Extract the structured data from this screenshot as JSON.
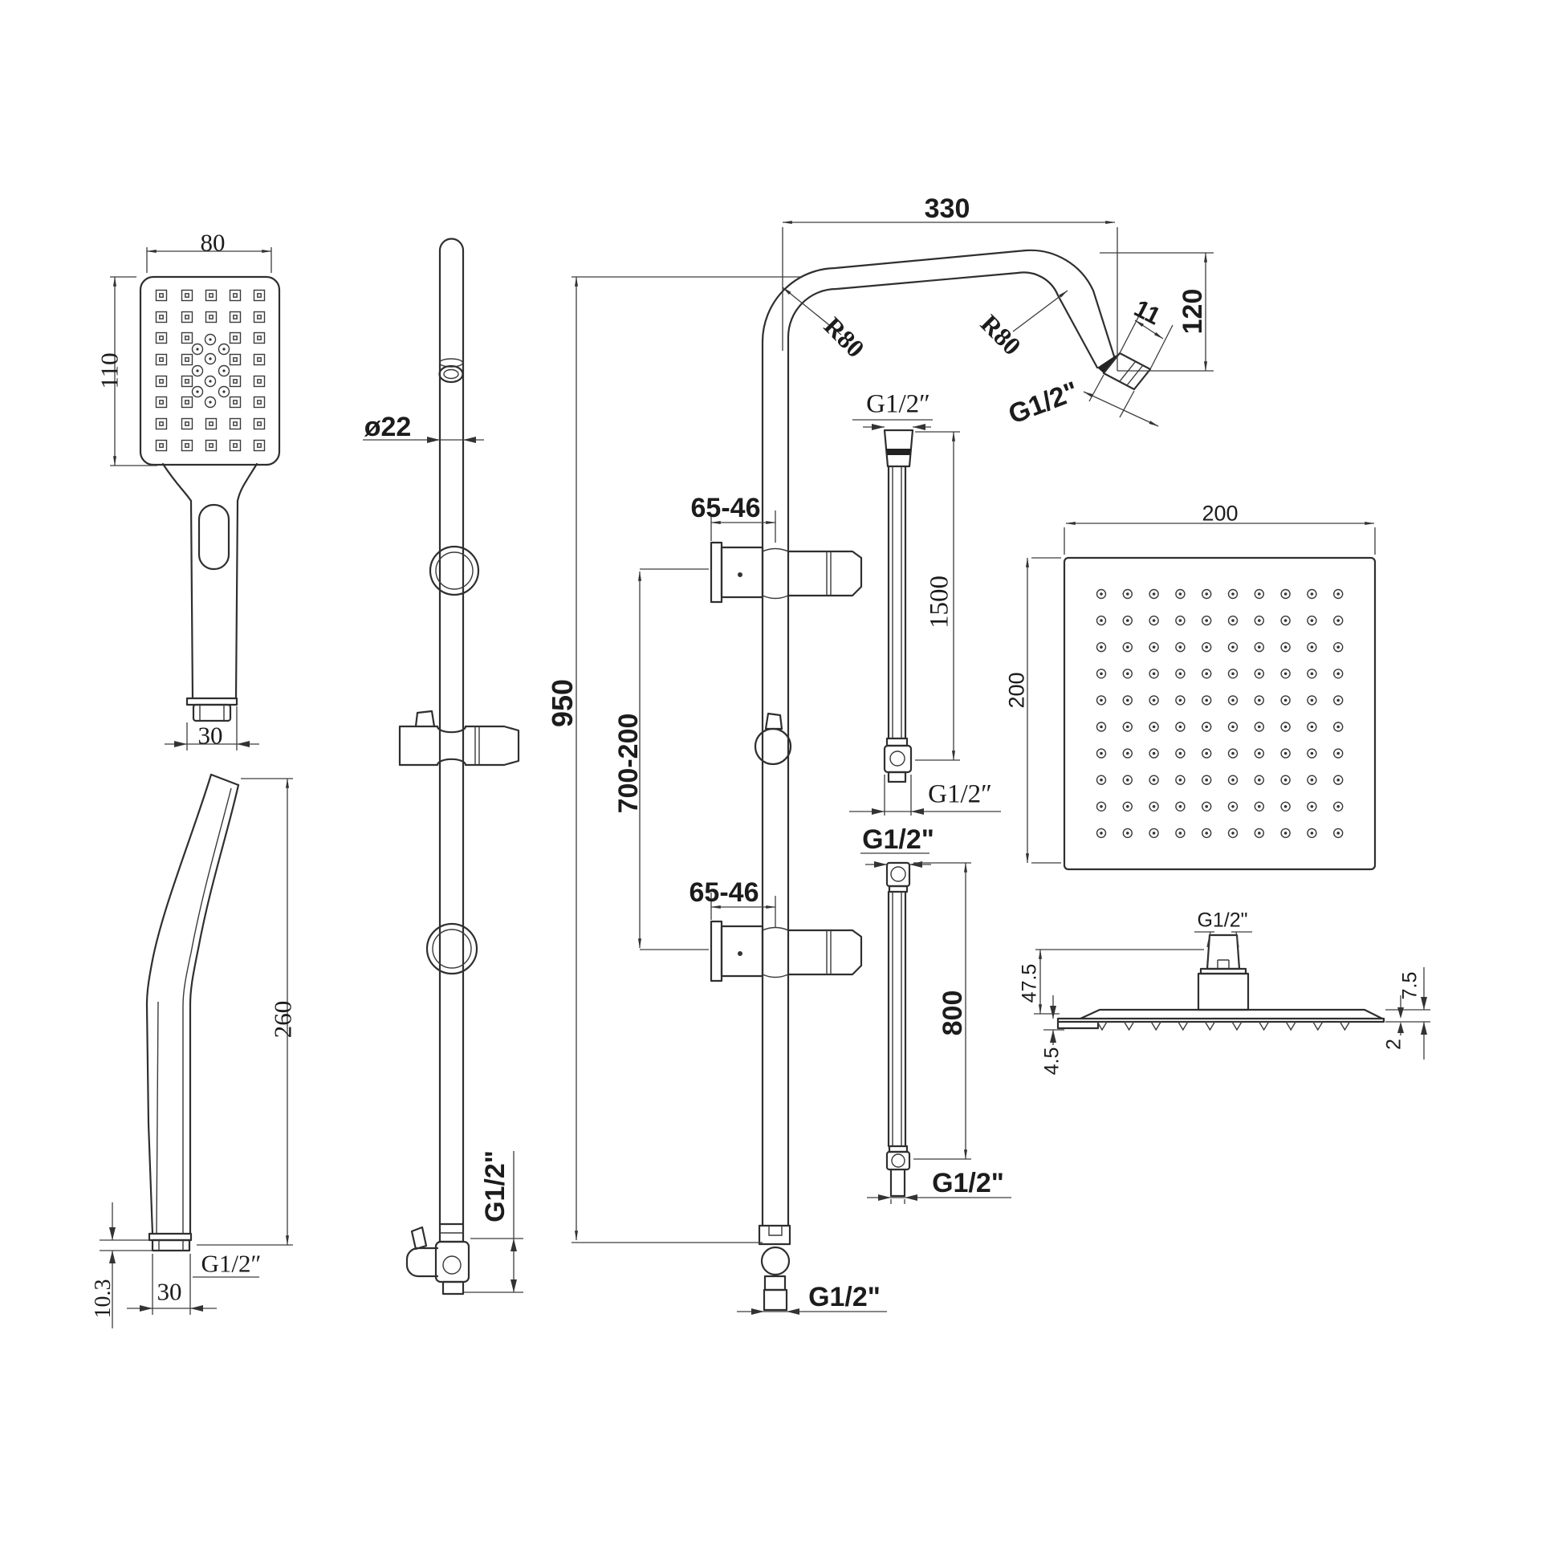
{
  "drawing_type": "shower-set-technical-drawing",
  "views": {
    "handshower_front": {
      "labels": {
        "width": "80",
        "height": "110",
        "outlet_width": "30"
      }
    },
    "handshower_side": {
      "labels": {
        "length": "260",
        "outlet_height": "10.3",
        "outlet_width": "30",
        "thread": "G1/2″"
      }
    },
    "slide_rail": {
      "labels": {
        "diameter": "ø22",
        "thread": "G1/2\""
      }
    },
    "riser_column": {
      "labels": {
        "arm_reach": "330",
        "bend_radius_left": "R80",
        "bend_radius_right": "R80",
        "arm_thread_length": "11",
        "arm_drop": "120",
        "arm_thread": "G1/2\"",
        "height": "950",
        "bracket_adjust_range": "700-200",
        "wall_offset_top": "65-46",
        "wall_offset_bottom": "65-46",
        "outlet_thread": "G1/2\""
      }
    },
    "hose_long": {
      "labels": {
        "top_thread": "G1/2″",
        "length": "1500",
        "bottom_thread": "G1/2″"
      }
    },
    "hose_short": {
      "labels": {
        "top_thread": "G1/2\"",
        "length": "800",
        "bottom_thread": "G1/2\""
      }
    },
    "head_plan": {
      "labels": {
        "width": "200",
        "depth": "200"
      }
    },
    "head_profile": {
      "labels": {
        "thread": "G1/2\"",
        "connector_height": "47.5",
        "nozzle_depth": "4.5",
        "edge_height": "7.5",
        "plate_thickness": "2"
      }
    }
  }
}
